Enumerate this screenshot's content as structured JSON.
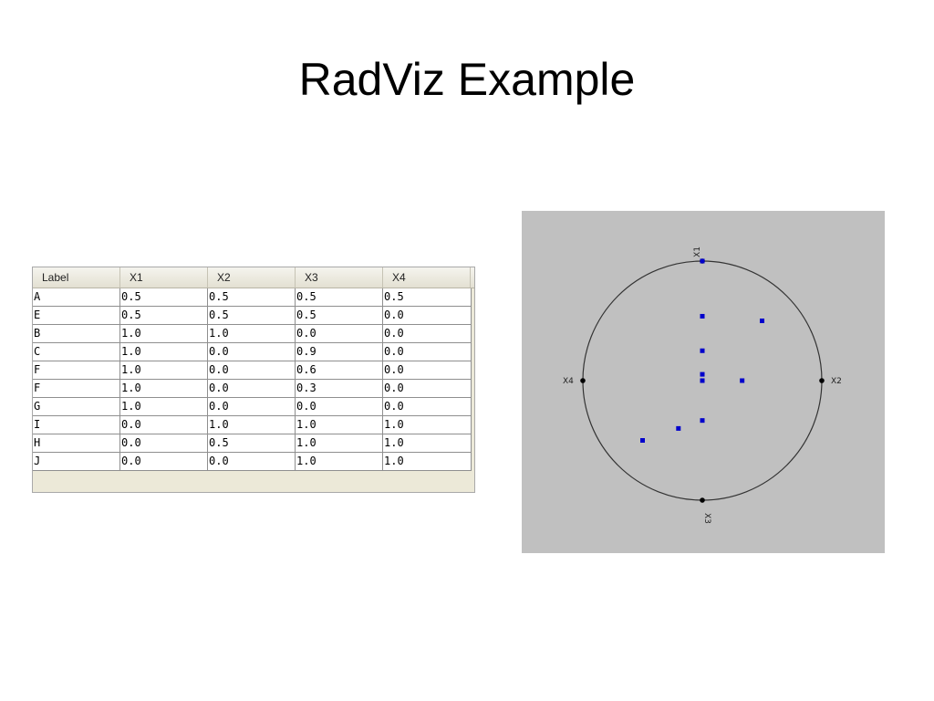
{
  "slide": {
    "title": "RadViz Example"
  },
  "table": {
    "columns": [
      "Label",
      "X1",
      "X2",
      "X3",
      "X4"
    ],
    "rows": [
      [
        "A",
        "0.5",
        "0.5",
        "0.5",
        "0.5"
      ],
      [
        "E",
        "0.5",
        "0.5",
        "0.5",
        "0.0"
      ],
      [
        "B",
        "1.0",
        "1.0",
        "0.0",
        "0.0"
      ],
      [
        "C",
        "1.0",
        "0.0",
        "0.9",
        "0.0"
      ],
      [
        "F",
        "1.0",
        "0.0",
        "0.6",
        "0.0"
      ],
      [
        "F",
        "1.0",
        "0.0",
        "0.3",
        "0.0"
      ],
      [
        "G",
        "1.0",
        "0.0",
        "0.0",
        "0.0"
      ],
      [
        "I",
        "0.0",
        "1.0",
        "1.0",
        "1.0"
      ],
      [
        "H",
        "0.0",
        "0.5",
        "1.0",
        "1.0"
      ],
      [
        "J",
        "0.0",
        "0.0",
        "1.0",
        "1.0"
      ]
    ]
  },
  "radviz": {
    "anchors": [
      "X1",
      "X2",
      "X3",
      "X4"
    ],
    "colors": {
      "background": "#c0c0c0",
      "circle": "#333333",
      "point": "#0000cc",
      "anchor": "#000000"
    }
  }
}
